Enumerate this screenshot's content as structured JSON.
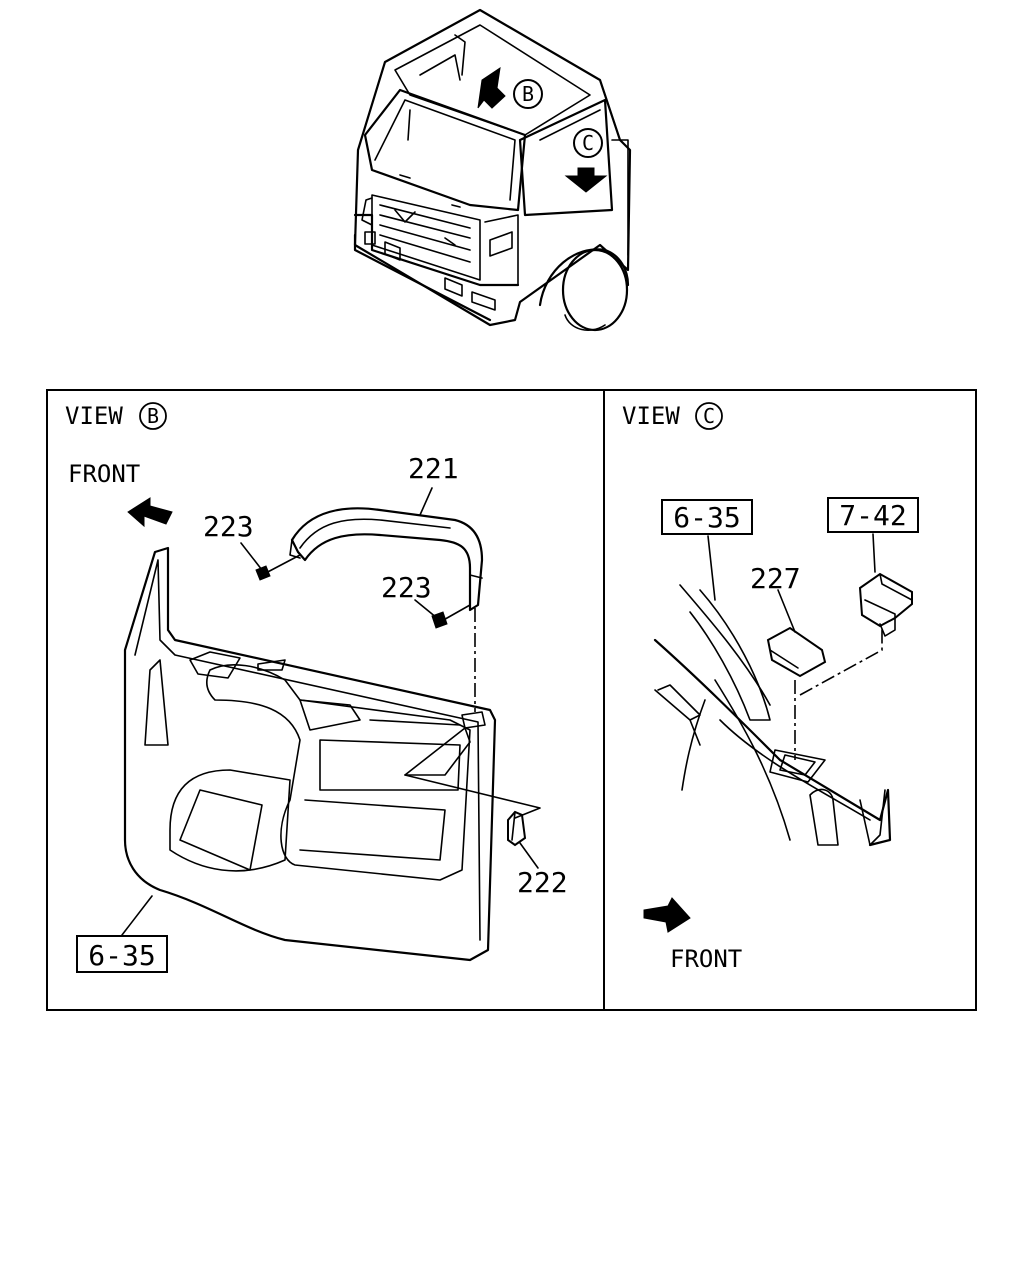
{
  "overview": {
    "marker_b": "B",
    "marker_c": "C"
  },
  "view_b": {
    "title": "VIEW",
    "marker": "B",
    "front_label": "FRONT",
    "part_221": "221",
    "part_223_a": "223",
    "part_223_b": "223",
    "part_222": "222",
    "ref_box": "6-35"
  },
  "view_c": {
    "title": "VIEW",
    "marker": "C",
    "front_label": "FRONT",
    "ref_box_a": "6-35",
    "ref_box_b": "7-42",
    "part_227": "227"
  }
}
